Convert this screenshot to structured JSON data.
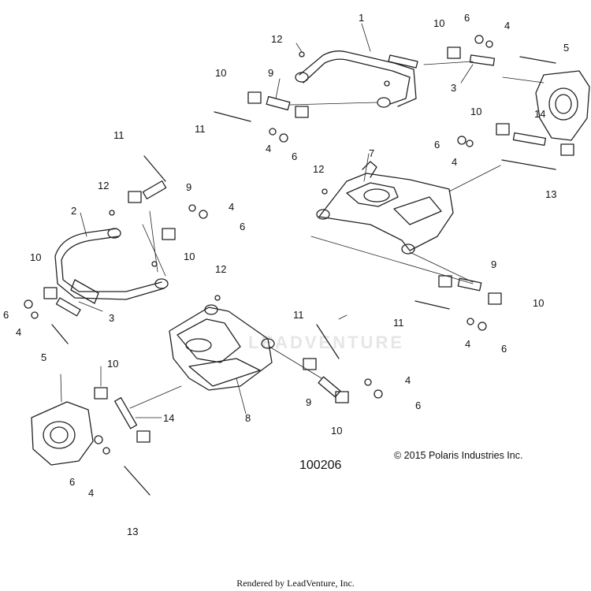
{
  "diagram": {
    "callouts": [
      "1",
      "2",
      "3",
      "4",
      "5",
      "6",
      "7",
      "8",
      "9",
      "10",
      "11",
      "12",
      "13",
      "14"
    ],
    "figure_number": "100206",
    "copyright": "© 2015 Polaris Industries Inc.",
    "watermark": "LEADVENTURE",
    "footer": "Rendered by LeadVenture, Inc."
  }
}
